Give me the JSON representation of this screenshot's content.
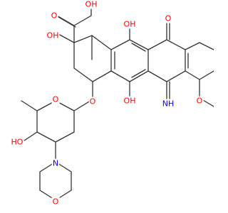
{
  "colors": {
    "bond": "#333333",
    "oxygen": "#ff0000",
    "nitrogen": "#0000ff",
    "background": "#ffffff"
  },
  "labels": {
    "oh_hydroxymethyl": "OH",
    "o_ketone": "O",
    "oh_c9": "OH",
    "oh_c11": "OH",
    "o_quinone": "O",
    "o_glycoside": "O",
    "oh_c6": "OH",
    "nh_imine": "NH",
    "o_methoxy": "O",
    "o_pyran": "O",
    "ho_sugar": "HO",
    "n_morpholine": "N",
    "o_morpholine": "O"
  }
}
